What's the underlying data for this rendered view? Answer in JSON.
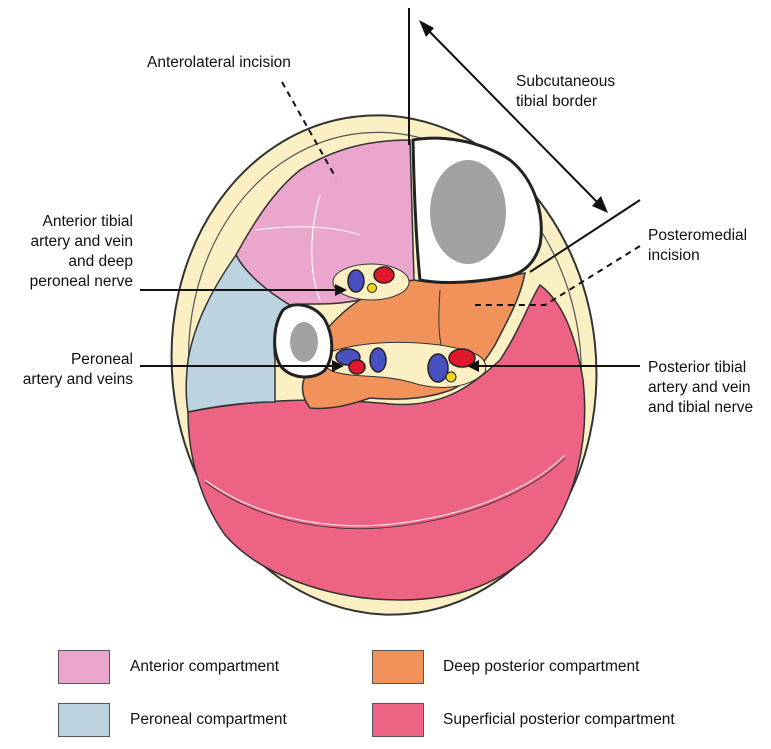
{
  "labels": {
    "anterolateral": [
      "Anterolateral incision"
    ],
    "subcutaneous": [
      "Subcutaneous",
      "tibial border"
    ],
    "posteromedial": [
      "Posteromedial",
      "incision"
    ],
    "anterior_tibial": [
      "Anterior tibial",
      "artery and vein",
      "and deep",
      "peroneal nerve"
    ],
    "peroneal_artery": [
      "Peroneal",
      "artery and veins"
    ],
    "posterior_tibial": [
      "Posterior tibial",
      "artery and vein",
      "and tibial nerve"
    ]
  },
  "legend": [
    {
      "label": "Anterior compartment",
      "color": "#eaa6cc"
    },
    {
      "label": "Deep posterior compartment",
      "color": "#f0925a"
    },
    {
      "label": "Peroneal compartment",
      "color": "#bcd3e0"
    },
    {
      "label": "Superficial posterior compartment",
      "color": "#ec6384"
    }
  ],
  "colors": {
    "skin": "#fbefc4",
    "anterior": "#eaa6cc",
    "peroneal": "#bcd3e0",
    "deep_posterior": "#f0925a",
    "superficial_posterior": "#ec6384",
    "vein": "#4a4fc0",
    "artery": "#e0162c",
    "nerve": "#f2d51b"
  }
}
